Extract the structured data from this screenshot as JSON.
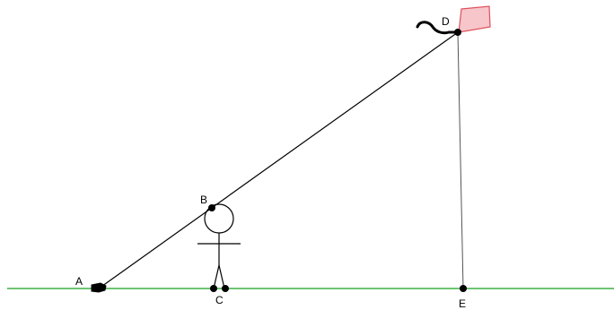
{
  "points": {
    "A": {
      "label": "A"
    },
    "B": {
      "label": "B"
    },
    "C": {
      "label": "C"
    },
    "D": {
      "label": "D"
    },
    "E": {
      "label": "E"
    }
  },
  "colors": {
    "ground_line": "#3cb043",
    "kite_fill": "#f6c6cb",
    "kite_stroke": "#e0505a",
    "line": "#000000",
    "vertical_line": "#555555",
    "point": "#000000"
  },
  "icons": {
    "kite": "kite-icon",
    "kite_tail": "kite-tail-icon",
    "stick_figure": "stick-figure-icon",
    "anchor": "string-anchor-icon"
  }
}
